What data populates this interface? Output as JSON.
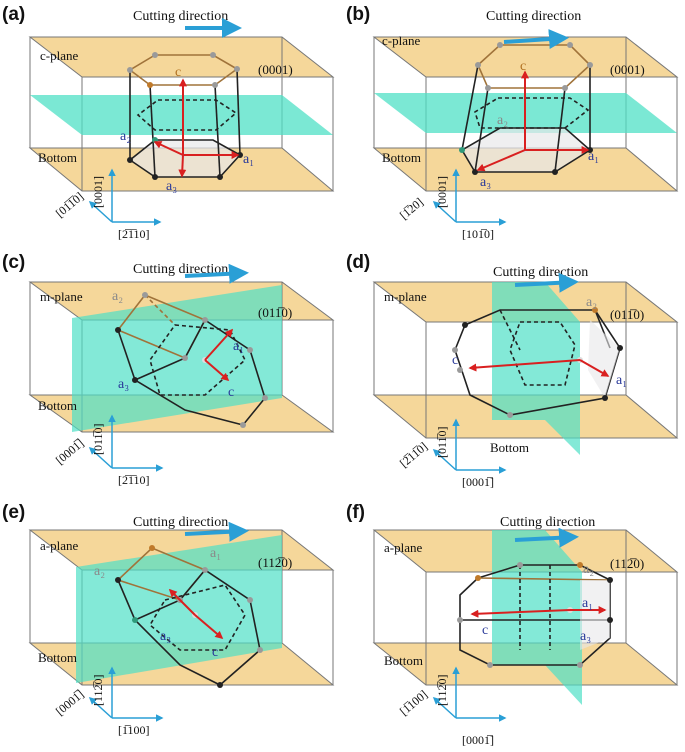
{
  "panels": [
    {
      "label": "(a)",
      "plane": "c-plane",
      "index": "(0001)",
      "bottom": "Bottom",
      "cut": "Cutting direction",
      "axis_v": "[0001]",
      "axis_d": "[01̅1̅0]",
      "axis_h": "[2̅1̅10]",
      "atoms": [
        "c",
        "a₂",
        "a₁",
        "a₃"
      ]
    },
    {
      "label": "(b)",
      "plane": "c-plane",
      "index": "(0001)",
      "bottom": "Bottom",
      "cut": "Cutting direction",
      "axis_v": "[0001]",
      "axis_d": "[1̅20]",
      "axis_h": "[101̅0]",
      "atoms": [
        "c",
        "a₂",
        "a₁",
        "a₃"
      ]
    },
    {
      "label": "(c)",
      "plane": "m-plane",
      "index": "(011̅0)",
      "bottom": "Bottom",
      "cut": "Cutting direction",
      "axis_v": "[011̅0]",
      "axis_d": "[0001̅]",
      "axis_h": "[2̅1̅10]",
      "atoms": [
        "a₂",
        "a₁",
        "a₃",
        "c"
      ]
    },
    {
      "label": "(d)",
      "plane": "m-plane",
      "index": "(011̅0)",
      "bottom": "Bottom",
      "cut": "Cutting direction",
      "axis_v": "[011̅0]",
      "axis_d": "[2̅11̅0]",
      "axis_h": "[0001̅]",
      "atoms": [
        "a₂",
        "c",
        "a₁"
      ]
    },
    {
      "label": "(e)",
      "plane": "a-plane",
      "index": "(112̅0)",
      "bottom": "Bottom",
      "cut": "Cutting direction",
      "axis_v": "[112̅0]",
      "axis_d": "[0001̅]",
      "axis_h": "[1̅100]",
      "atoms": [
        "a₂",
        "a₁",
        "a₃",
        "c"
      ]
    },
    {
      "label": "(f)",
      "plane": "a-plane",
      "index": "(112̅0)",
      "bottom": "Bottom",
      "cut": "Cutting direction",
      "axis_v": "[112̅0]",
      "axis_d": "[1̅100]",
      "axis_h": "[0001̅]",
      "atoms": [
        "a₂",
        "a₁",
        "c",
        "a₃"
      ]
    }
  ],
  "colors": {
    "plane": "#f5d79a",
    "section": "#4fe0c6",
    "arrow": "#2a9fd6",
    "vector": "#d92020",
    "atom_dark": "#222222",
    "atom_gray": "#9a9a9a",
    "atom_orange": "#c07a2a"
  }
}
